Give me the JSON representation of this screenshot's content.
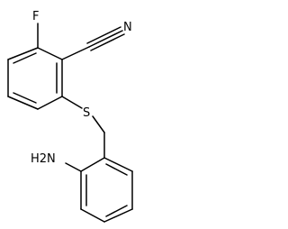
{
  "molecule": {
    "atoms": {
      "fluorine": "F",
      "nitrogen": "N",
      "sulfur": "S",
      "amine": "H2N"
    }
  }
}
